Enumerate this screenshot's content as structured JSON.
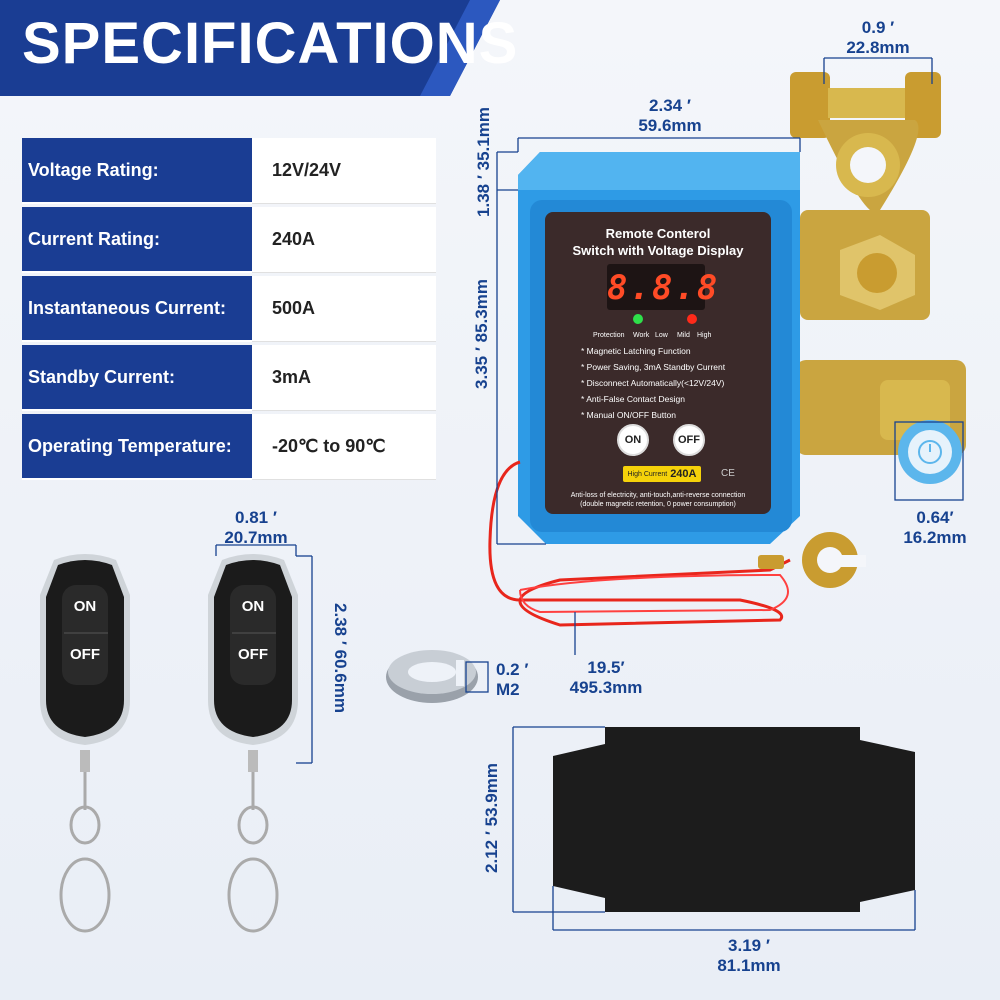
{
  "banner": {
    "title": "SPECIFICATIONS",
    "color": "#1a3d93"
  },
  "specs": [
    {
      "label": "Voltage Rating:",
      "value": "12V/24V"
    },
    {
      "label": "Current Rating:",
      "value": "240A"
    },
    {
      "label": "Instantaneous Current:",
      "value": "500A"
    },
    {
      "label": "Standby Current:",
      "value": "3mA"
    },
    {
      "label": "Operating Temperature:",
      "value": "-20℃ to  90℃"
    }
  ],
  "dimensions": {
    "terminal_width": {
      "inch": "0.9 ′",
      "mm": "22.8mm"
    },
    "device_width": {
      "inch": "2.34 ′",
      "mm": "59.6mm"
    },
    "device_top": {
      "inch": "1.38 ′",
      "mm": "35.1mm"
    },
    "device_height": {
      "inch": "3.35 ′",
      "mm": "85.3mm"
    },
    "knob": {
      "inch": "0.64′",
      "mm": "16.2mm"
    },
    "remote_width": {
      "inch": "0.81 ′",
      "mm": "20.7mm"
    },
    "remote_height": {
      "inch": "2.38 ′",
      "mm": "60.6mm"
    },
    "washer": {
      "inch": "0.2 ′",
      "mm": "M2"
    },
    "wire": {
      "inch": "19.5′",
      "mm": "495.3mm"
    },
    "pad_height": {
      "inch": "2.12 ′",
      "mm": "53.9mm"
    },
    "pad_width": {
      "inch": "3.19 ′",
      "mm": "81.1mm"
    }
  },
  "device": {
    "title_line1": "Remote  Conterol",
    "title_line2": "Switch with Voltage Display",
    "display": "8.8.8",
    "led_labels": [
      "Protection",
      "Work",
      "Low",
      "Mild",
      "High"
    ],
    "features": [
      "* Magnetic Latching Function",
      "* Power Saving, 3mA Standby Current",
      "* Disconnect Automatically(<12V/24V)",
      "* Anti-False Contact Design",
      "* Manual ON/OFF Button"
    ],
    "on_label": "ON",
    "off_label": "OFF",
    "badge_prefix": "High Current",
    "badge_value": "240A",
    "ce_mark": "CE",
    "footer_line1": "Anti-loss of electricity, anti-touch,anti-reverse connection",
    "footer_line2": "(double magnetic retention, 0 power consumption)",
    "body_color": "#2e9be6",
    "panel_color": "#3b2a2a"
  },
  "remote": {
    "on_label": "ON",
    "off_label": "OFF"
  },
  "colors": {
    "dimension": "#17428f",
    "wire": "#e8261c",
    "brass": "#d4b24a"
  }
}
